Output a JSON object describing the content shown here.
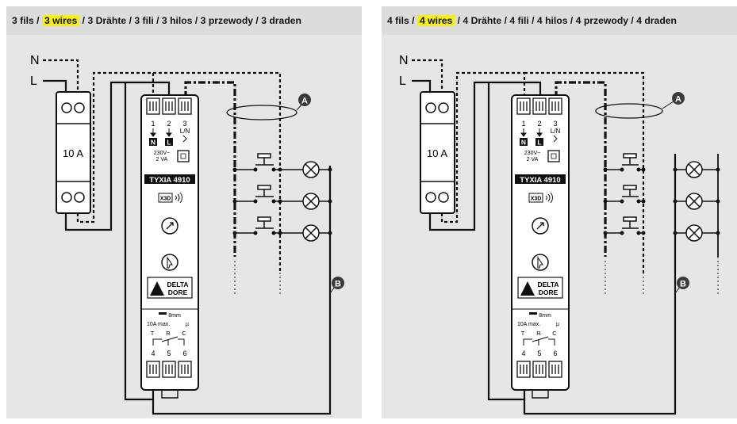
{
  "panels": [
    {
      "header": {
        "prefix": "3 fils / ",
        "highlight": "3 wires",
        "suffix": " / 3 Drähte / 3 fili / 3 hilos / 3 przewody / 3 draden"
      },
      "labels": {
        "neutral": "N",
        "line": "L",
        "breaker_rating": "10 A",
        "terminals_top": [
          "1",
          "2",
          "3"
        ],
        "terminal_ln": "L/N",
        "chip_n": "N",
        "chip_l": "L",
        "power_voltage": "230V~",
        "power_va": "2 VA",
        "model": "TYXIA 4910",
        "x3d": "X3D",
        "brand_line1": "DELTA",
        "brand_line2": "DORE",
        "strip_length": "8mm",
        "max_current": "10A max.",
        "micro": "µ",
        "contacts": [
          "T",
          "R",
          "C"
        ],
        "terminals_bottom": [
          "4",
          "5",
          "6"
        ],
        "marker_a": "A",
        "marker_b": "B"
      }
    },
    {
      "header": {
        "prefix": "4 fils / ",
        "highlight": "4 wires",
        "suffix": " / 4 Drähte / 4 fili / 4 hilos / 4 przewody / 4 draden"
      },
      "labels": {
        "neutral": "N",
        "line": "L",
        "breaker_rating": "10 A",
        "terminals_top": [
          "1",
          "2",
          "3"
        ],
        "terminal_ln": "L/N",
        "chip_n": "N",
        "chip_l": "L",
        "power_voltage": "230V~",
        "power_va": "2 VA",
        "model": "TYXIA 4910",
        "x3d": "X3D",
        "brand_line1": "DELTA",
        "brand_line2": "DORE",
        "strip_length": "8mm",
        "max_current": "10A max.",
        "micro": "µ",
        "contacts": [
          "T",
          "R",
          "C"
        ],
        "terminals_bottom": [
          "4",
          "5",
          "6"
        ],
        "marker_a": "A",
        "marker_b": "B"
      }
    }
  ]
}
